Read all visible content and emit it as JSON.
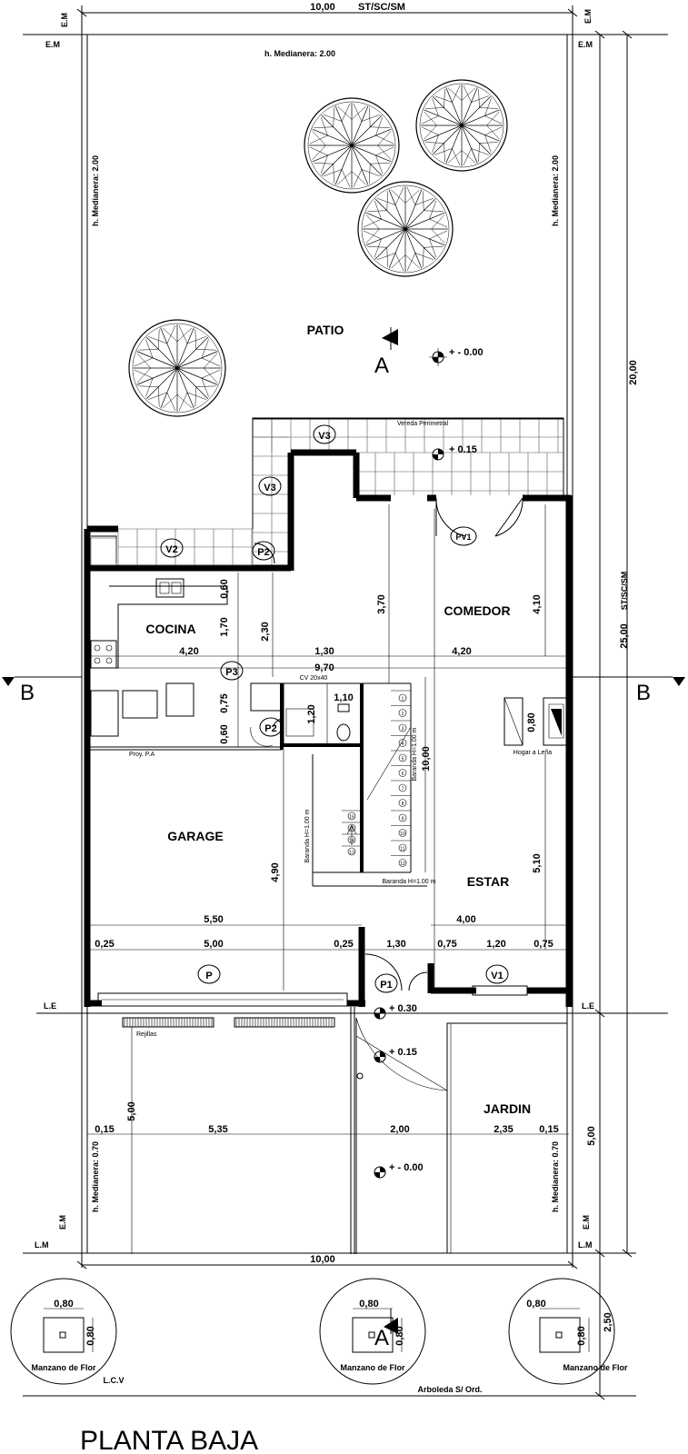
{
  "title": "PLANTA BAJA",
  "rooms": {
    "patio": "PATIO",
    "cocina": "COCINA",
    "comedor": "COMEDOR",
    "garage": "GARAGE",
    "estar": "ESTAR",
    "jardin": "JARDIN"
  },
  "labels": {
    "em": "E.M",
    "le": "L.E",
    "lm": "L.M",
    "lcv": "L.C.V",
    "st_sc_sm": "ST/SC/SM",
    "medianera_200": "h. Medianera: 2.00",
    "medianera_070": "h. Medianera: 0.70",
    "vereda": "Vereda Perimetral",
    "proy_pa": "Proy. P.A",
    "cv": "CV 20x40",
    "hogar": "Hogar a Leña",
    "rejillas": "Rejillas",
    "baranda": "Baranda H=1.00 m",
    "manzano": "Manzano de Flor",
    "arboleda": "Arboleda S/ Ord."
  },
  "section_marks": {
    "a": "A",
    "b": "B"
  },
  "levels": {
    "l000": "+ - 0.00",
    "l015": "+ 0.15",
    "l030": "+ 0.30"
  },
  "openings": {
    "v1": "V1",
    "v2": "V2",
    "v3": "V3",
    "p": "P",
    "p1": "P1",
    "p2": "P2",
    "p3": "P3",
    "pv1": "PV1"
  },
  "dimensions": {
    "d1000": "10,00",
    "d2000": "20,00",
    "d2500": "25,00",
    "d500": "5,00",
    "d250": "2,50",
    "d420": "4,20",
    "d130": "1,30",
    "d970": "9,70",
    "d170": "1,70",
    "d060": "0,60",
    "d230": "2,30",
    "d370": "3,70",
    "d410": "4,10",
    "d075": "0,75",
    "d120": "1,20",
    "d110": "1,10",
    "d080": "0,80",
    "d550": "5,50",
    "d400": "4,00",
    "d025": "0,25",
    "d490": "4,90",
    "d510": "5,10",
    "d535": "5,35",
    "d200": "2,00",
    "d235": "2,35",
    "d015": "0,15"
  },
  "stairs": {
    "up": [
      "1",
      "2",
      "3",
      "4",
      "5",
      "6",
      "7",
      "8",
      "9",
      "10",
      "11",
      "12"
    ],
    "down": [
      "16",
      "15",
      "14",
      "13"
    ]
  }
}
